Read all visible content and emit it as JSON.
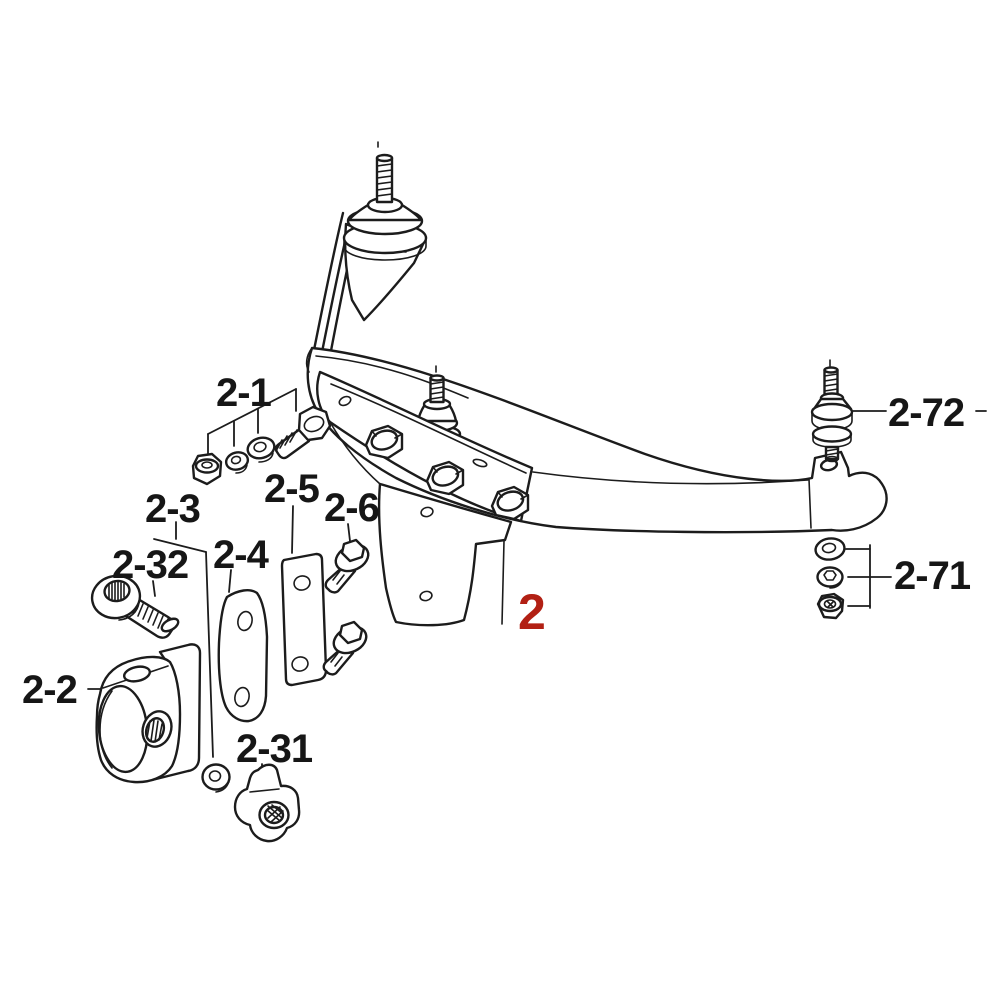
{
  "diagram": {
    "background": "#ffffff",
    "stroke_color": "#1c1c1c",
    "figure_number": {
      "text": "2",
      "color": "#b22014"
    },
    "labels": {
      "l2_1": {
        "text": "2-1"
      },
      "l2_3": {
        "text": "2-3"
      },
      "l2_32": {
        "text": "2-32"
      },
      "l2_2": {
        "text": "2-2"
      },
      "l2_4": {
        "text": "2-4"
      },
      "l2_5": {
        "text": "2-5"
      },
      "l2_6": {
        "text": "2-6"
      },
      "l2_31": {
        "text": "2-31"
      },
      "l2_72": {
        "text": "2-72"
      },
      "l2_71": {
        "text": "2-71"
      }
    }
  }
}
